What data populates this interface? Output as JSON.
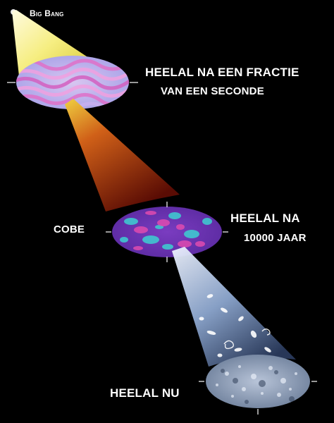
{
  "labels": {
    "big_bang": "Big Bang",
    "fraction_line1": "Heelal na een fractie",
    "fraction_line2": "van een seconde",
    "cobe": "COBE",
    "after_10000_line1": "Heelal na",
    "after_10000_line2": "10000 jaar",
    "now": "Heelal nu"
  },
  "colors": {
    "background": "#000000",
    "cone_yellow": "#f4ec7a",
    "cone_red": "#8a1a08",
    "cone_blue": "#c8d6f0",
    "text": "#ffffff"
  }
}
